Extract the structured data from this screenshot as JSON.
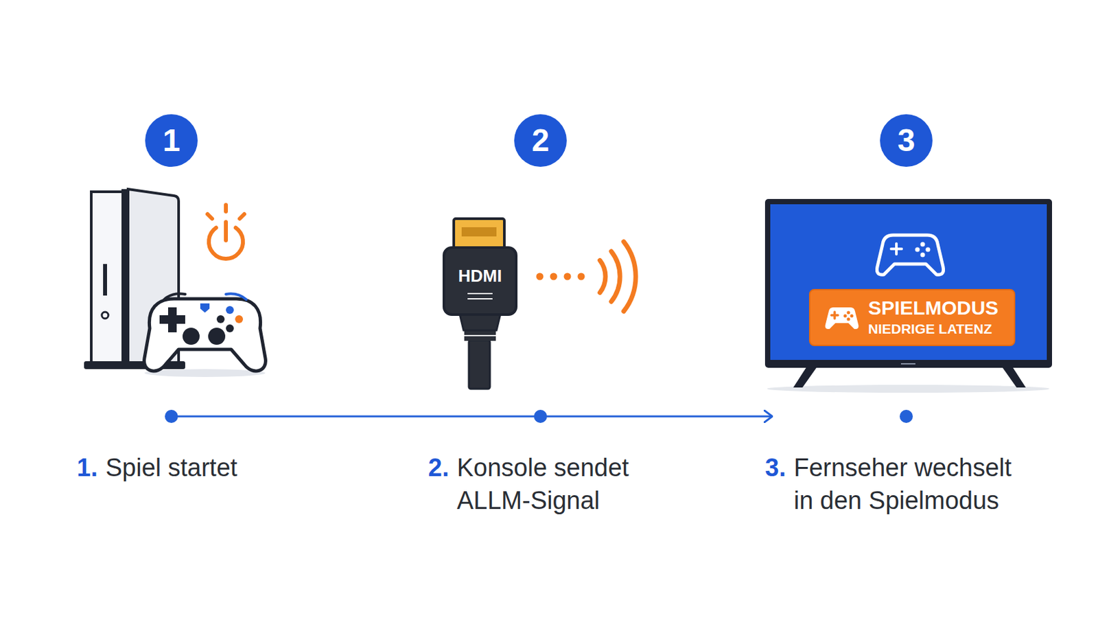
{
  "diagram": {
    "nodes": [
      {
        "text": [
          "1.",
          "Spiel startet"
        ]
      },
      {
        "text": [
          "1"
        ],
        "in": 0
      },
      {
        "text": [
          "2.",
          "Konsole sendet ALLM-Signal"
        ]
      },
      {
        "text": [
          "2"
        ],
        "in": 2
      },
      {
        "text": [
          "3.",
          "Fernseher wechselt in den Spielmodus"
        ]
      },
      {
        "text": [
          "3"
        ],
        "in": 4
      },
      {
        "text": [
          "SPIELMODUS",
          "NIEDRIGE LATENZ"
        ],
        "in": 4
      }
    ],
    "edges": [
      {
        "from": 0,
        "to": 2,
        "arrow": "none"
      },
      {
        "from": 2,
        "to": 4,
        "arrow": "to"
      }
    ],
    "labels": [
      "HDMI"
    ]
  }
}
